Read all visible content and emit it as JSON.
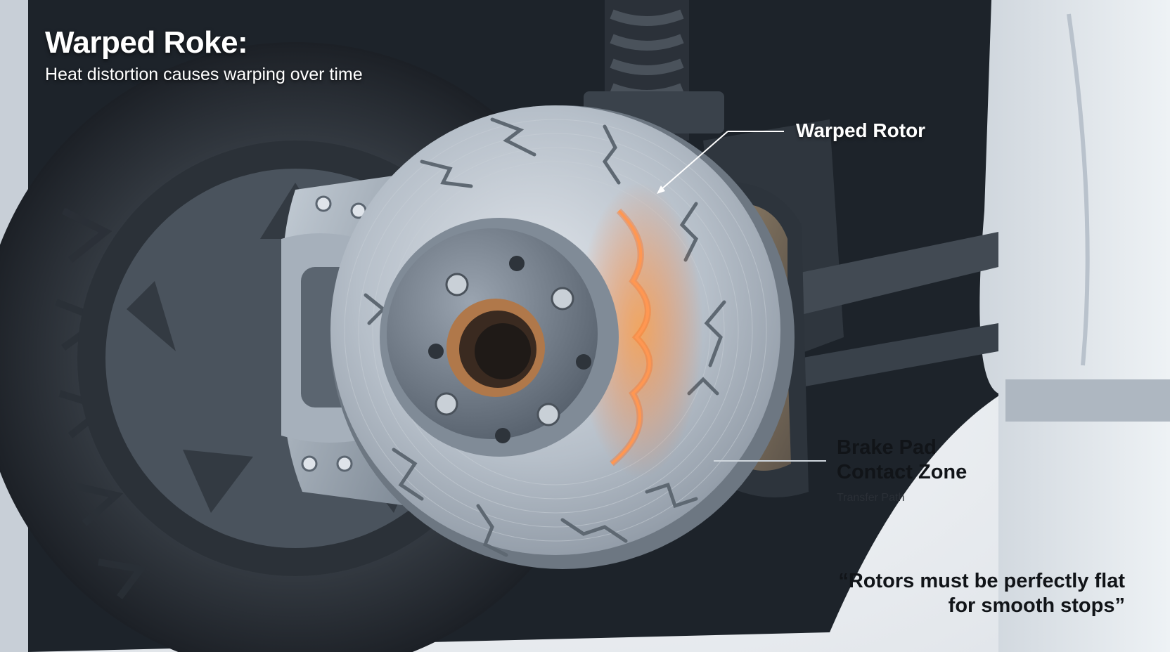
{
  "header": {
    "title": "Warped Roke:",
    "subtitle": "Heat distortion causes warping over time"
  },
  "callouts": {
    "rotor_label": "Warped Rotor",
    "pad_label_line1": "Brake Pad",
    "pad_label_line2": "Contact Zone",
    "path_label": "Transfer Path"
  },
  "quote": {
    "line1": "“Rotors must be perfectly flat",
    "line2": "for smooth stops”"
  },
  "colors": {
    "heat": "#ff7a2a",
    "rotor": "#a9b3bf",
    "hub_bronze": "#b0784a",
    "caliper": "#9aa5b1"
  },
  "icons": [
    "brake-rotor-illustration",
    "caliper-illustration",
    "tire-illustration",
    "coil-spring-illustration"
  ]
}
